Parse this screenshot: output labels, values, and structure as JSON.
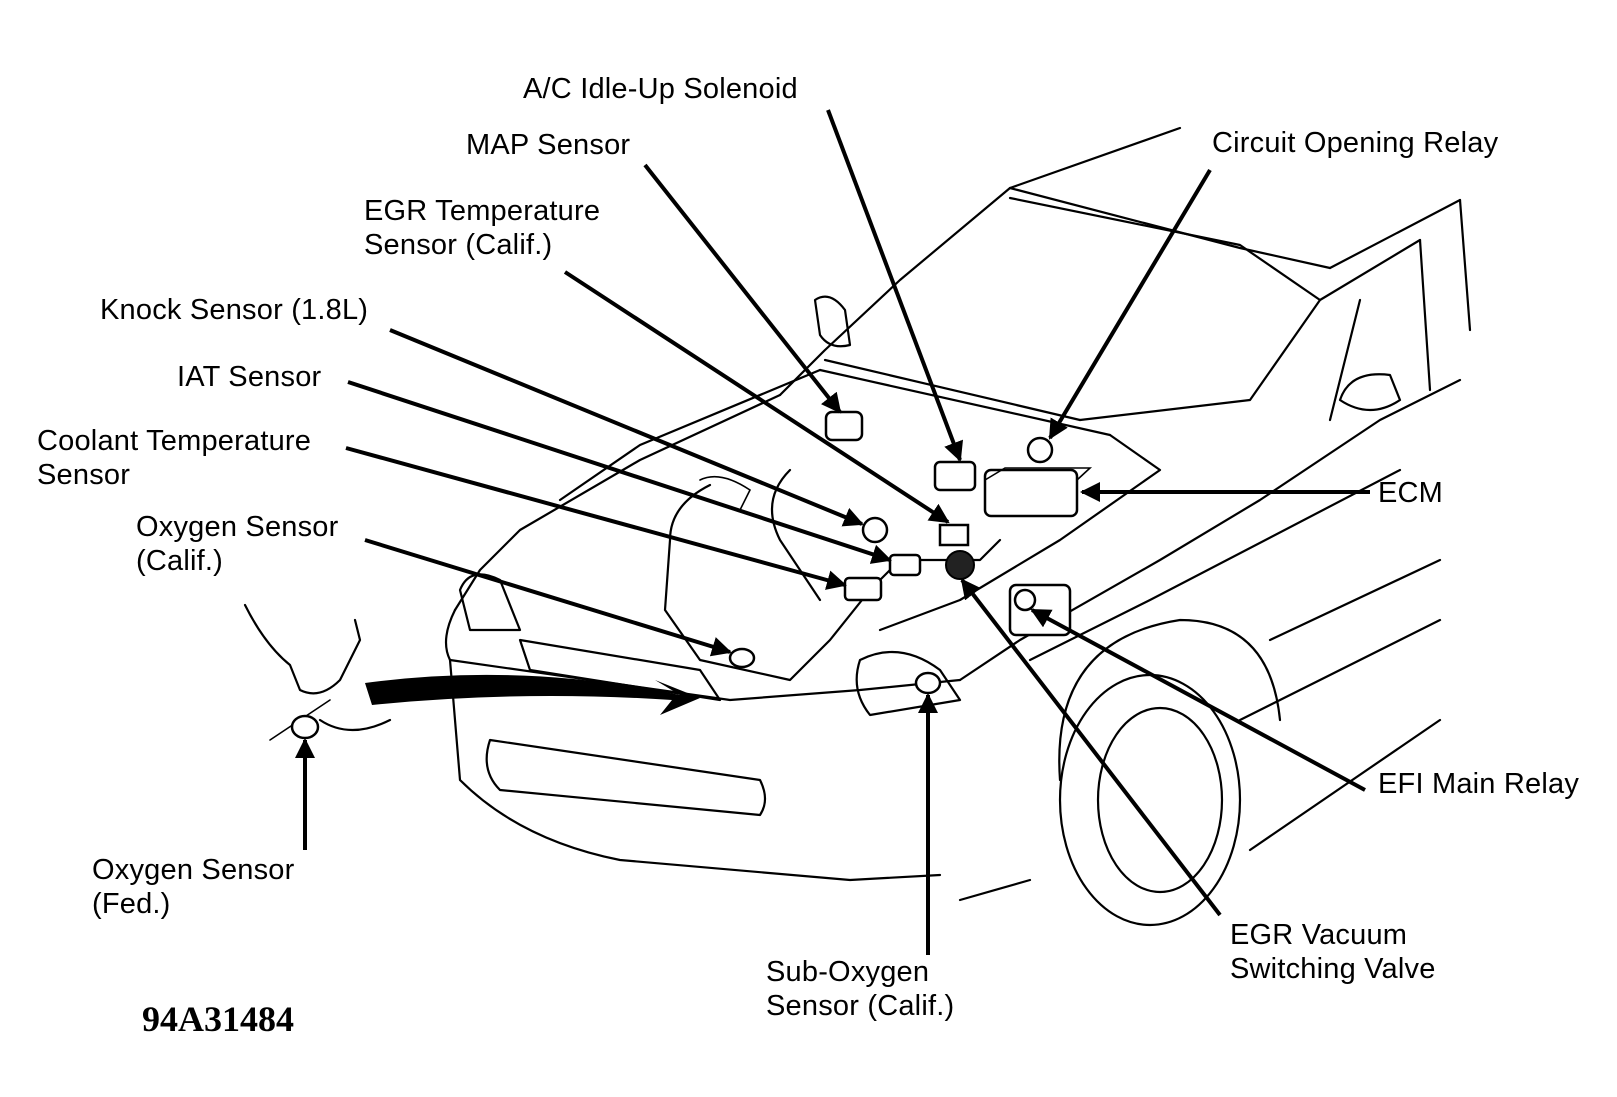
{
  "figure_id": "94A31484",
  "labels": {
    "ac_idle_up_solenoid": "A/C Idle-Up Solenoid",
    "map_sensor": "MAP Sensor",
    "circuit_opening_relay": "Circuit Opening Relay",
    "egr_temperature_sensor": "EGR Temperature\nSensor (Calif.)",
    "knock_sensor": "Knock Sensor (1.8L)",
    "iat_sensor": "IAT Sensor",
    "coolant_temperature_sensor": "Coolant Temperature\nSensor",
    "oxygen_sensor_calif": "Oxygen Sensor\n(Calif.)",
    "ecm": "ECM",
    "efi_main_relay": "EFI Main Relay",
    "egr_vacuum_switching_valve": "EGR Vacuum\nSwitching Valve",
    "sub_oxygen_sensor": "Sub-Oxygen\nSensor (Calif.)",
    "oxygen_sensor_fed": "Oxygen Sensor\n(Fed.)"
  }
}
